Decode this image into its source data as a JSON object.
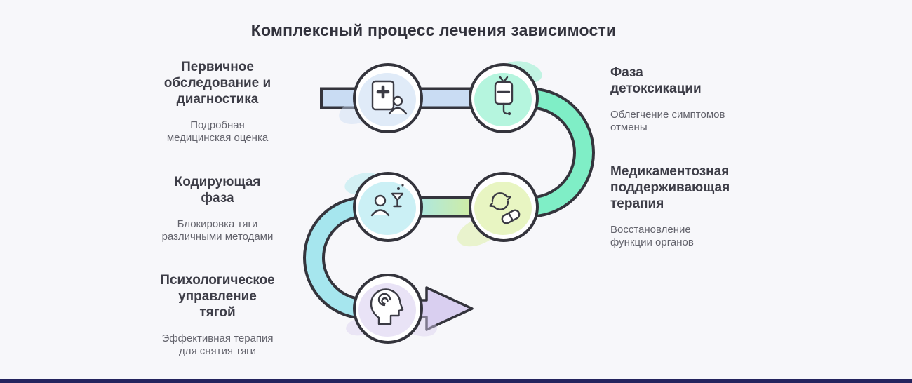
{
  "title": "Комплексный процесс лечения зависимости",
  "colors": {
    "background": "#f7f7fa",
    "outline": "#34343c",
    "icon_stroke": "#3b3b44",
    "title_text": "#32323c",
    "step_title_text": "#3d3d47",
    "step_subtitle_text": "#63636c",
    "footer_bar": "#24245e"
  },
  "flow": {
    "end_icon": "arrow-right"
  },
  "steps": [
    {
      "id": "primary-assessment",
      "title": "Первичное обследование и диагностика",
      "title_lines": [
        "Первичное",
        "обследование и",
        "диагностика"
      ],
      "subtitle": "Подробная медицинская оценка",
      "subtitle_lines": [
        "Подробная",
        "медицинская оценка"
      ],
      "color": "#c9dcf3",
      "icon": "medical-record-icon",
      "side": "left"
    },
    {
      "id": "detox-phase",
      "title": "Фаза детоксикации",
      "title_lines": [
        "Фаза",
        "детоксикации"
      ],
      "subtitle": "Облегчение симптомов отмены",
      "subtitle_lines": [
        "Облегчение симптомов",
        "отмены"
      ],
      "color": "#7feec6",
      "icon": "iv-drip-icon",
      "side": "right"
    },
    {
      "id": "medication-support",
      "title": "Медикаментозная поддерживающая терапия",
      "title_lines": [
        "Медикаментозная",
        "поддерживающая",
        "терапия"
      ],
      "subtitle": "Восстановление функции органов",
      "subtitle_lines": [
        "Восстановление",
        "функции органов"
      ],
      "color": "#d7ee96",
      "icon": "medication-refresh-icon",
      "side": "right"
    },
    {
      "id": "coding-phase",
      "title": "Кодирующая фаза",
      "title_lines": [
        "Кодирующая",
        "фаза"
      ],
      "subtitle": "Блокировка тяги различными методами",
      "subtitle_lines": [
        "Блокировка тяги",
        "различными методами"
      ],
      "color": "#a6e6ee",
      "icon": "person-craving-icon",
      "side": "left"
    },
    {
      "id": "craving-management",
      "title": "Психологическое управление тягой",
      "title_lines": [
        "Психологическое",
        "управление",
        "тягой"
      ],
      "subtitle": "Эффективная терапия для снятия тяги",
      "subtitle_lines": [
        "Эффективная терапия",
        "для снятия тяги"
      ],
      "color": "#d9cff0",
      "icon": "mind-therapy-icon",
      "side": "left"
    }
  ]
}
